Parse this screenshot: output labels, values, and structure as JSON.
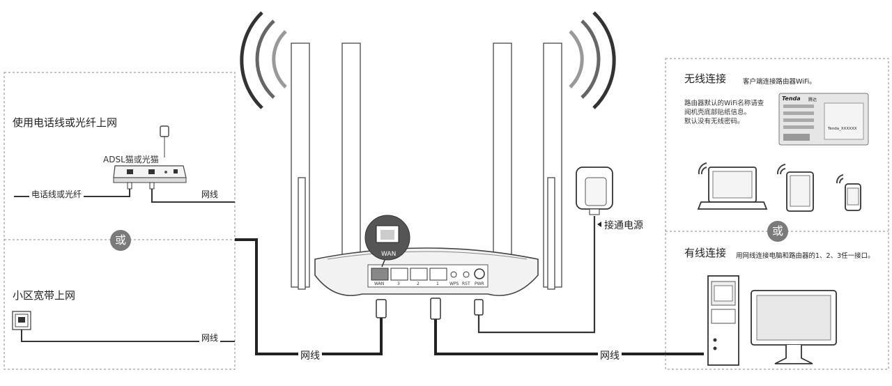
{
  "left_panel": {
    "section1_title": "使用电话线或光纤上网",
    "modem_label": "ADSL猫或光猫",
    "phone_line_label": "电话线或光纤",
    "cable_label_1": "网线",
    "or_label": "或",
    "section2_title": "小区宽带上网",
    "cable_label_2": "网线"
  },
  "router": {
    "wan_callout": "WAN",
    "port_labels": [
      "WAN",
      "3",
      "2",
      "1",
      "WPS",
      "RST",
      "PWR"
    ]
  },
  "center": {
    "power_label": "接通电源",
    "cable_label_left": "网线",
    "cable_label_right": "网线"
  },
  "right_panel": {
    "wireless_title": "无线连接",
    "wireless_subtitle": "客户端连接路由器WiFi。",
    "wifi_note_lines": [
      "路由器默认的WiFi名称请查",
      "阅机壳底部贴纸信息。",
      "默认没有无线密码。"
    ],
    "sticker_brand": "Tenda",
    "sticker_brand_cn": "腾达",
    "sticker_ssid": "Tenda_XXXXXX",
    "or_label": "或",
    "wired_title": "有线连接",
    "wired_subtitle": "用网线连接电脑和路由器的1、2、3任一接口。"
  }
}
